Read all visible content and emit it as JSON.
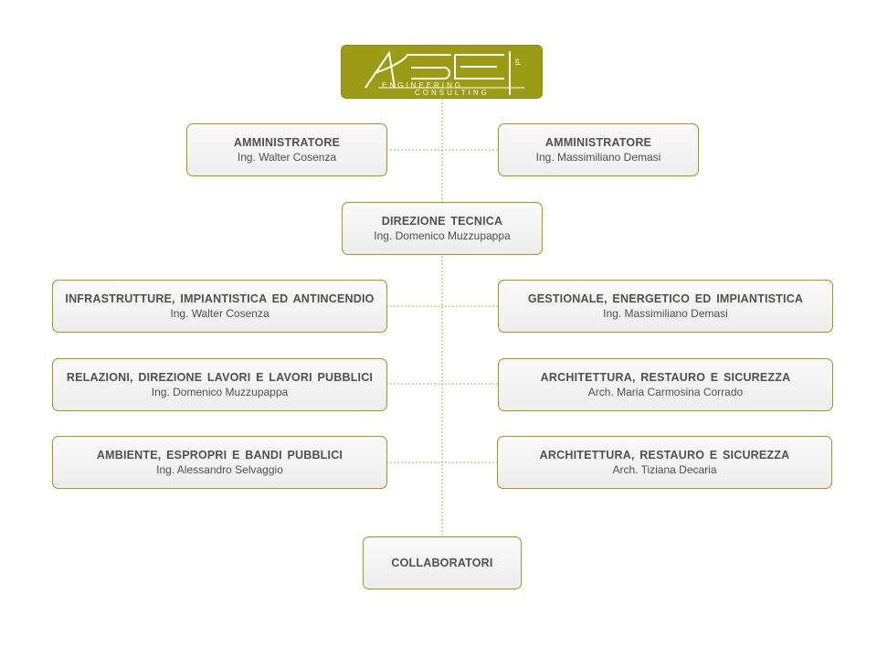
{
  "logo": {
    "brand": "ASE",
    "tagline_top": "ENGINEERING",
    "tagline_bottom": "CONSULTING",
    "side_mark": "srl",
    "color": "#9b9b16"
  },
  "nodes": {
    "admin_left": {
      "title": "AMMINISTRATORE",
      "person": "Ing. Walter Cosenza"
    },
    "admin_right": {
      "title": "AMMINISTRATORE",
      "person": "Ing. Massimiliano Demasi"
    },
    "direzione": {
      "title": "DIREZIONE  TECNICA",
      "person": "Ing. Domenico Muzzupappa"
    },
    "infra": {
      "title": "INFRASTRUTTURE,  IMPIANTISTICA ED ANTINCENDIO",
      "person": "Ing. Walter Cosenza"
    },
    "gestionale": {
      "title": "GESTIONALE,  ENERGETICO  ED IMPIANTISTICA",
      "person": "Ing. Massimiliano Demasi"
    },
    "relazioni": {
      "title": "RELAZIONI,  DIREZIONE  LAVORI E LAVORI PUBBLICI",
      "person": "Ing. Domenico Muzzupappa"
    },
    "arch1": {
      "title": "ARCHITETTURA,  RESTAURO  E SICUREZZA",
      "person": "Arch. Maria Carmosina Corrado"
    },
    "ambiente": {
      "title": "AMBIENTE,  ESPROPRI E BANDI PUBBLICI",
      "person": "Ing. Alessandro Selvaggio"
    },
    "arch2": {
      "title": "ARCHITETTURA,  RESTAURO  E SICUREZZA",
      "person": "Arch. Tiziana Decaria"
    },
    "collaboratori": {
      "title": "COLLABORATORI",
      "person": ""
    }
  },
  "colors": {
    "accent": "#9b9b16",
    "text": "#505050"
  }
}
